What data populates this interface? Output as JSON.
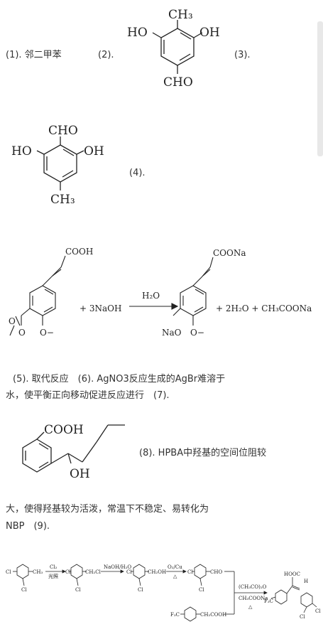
{
  "answers": {
    "a1": "(1). 邻二甲苯",
    "a2": "(2).",
    "a3": "(3).",
    "a4": "(4).",
    "a5_a7": "(5). 取代反应　(6). AgNO3反应生成的AgBr难溶于",
    "a6_cont": "水，使平衡正向移动促进反应进行　(7).",
    "a8": "(8). HPBA中羟基的空间位阻较",
    "a8_cont1": "大，使得羟基较为活泼，常温下不稳定、易转化为",
    "a8_cont2": "NBP　(9)."
  },
  "struct2": {
    "top": "CH₃",
    "left": "HO",
    "right": "OH",
    "bottom": "CHO"
  },
  "struct3": {
    "top": "CHO",
    "left": "HO",
    "right": "OH",
    "bottom": "CH₃"
  },
  "reaction7": {
    "reactant_top": "COOH",
    "reactant_ester_o": "O",
    "reactant_o1": "O",
    "reactant_o2": "O−",
    "reagent": "+ 3NaOH",
    "arrow_label": "H₂O",
    "product_top": "COONa",
    "product_nao": "NaO",
    "product_o": "O−",
    "byproducts": "+ 2H₂O + CH₃COONa"
  },
  "struct8": {
    "acid": "COOH",
    "oh": "OH"
  },
  "synthesis": {
    "s1_left": "Cl",
    "s1_ch3": "CH₃",
    "s1_cl": "Cl",
    "arrow1_top": "Cl₂",
    "arrow1_bottom": "光照",
    "s2": "CH₂Cl",
    "s2_left": "Cl",
    "s2_cl": "Cl",
    "arrow2_top": "NaOH/H₂O",
    "s3": "CH₂OH",
    "s3_left": "Cl",
    "s3_cl": "Cl",
    "arrow3_top": "O₂/Cu",
    "arrow3_bottom": "△",
    "s4": "CHO",
    "s4_left": "Cl",
    "s4_cl": "Cl",
    "reagent_a": "(CH₃CO)₂O",
    "reagent_b": "CH₃COONa",
    "reagent_c": "△",
    "acid_sub": "F₃C",
    "acid_chain": "CH₂COOH",
    "product_hooc": "HOOC",
    "product_h": "H",
    "product_f3c": "F₃C",
    "product_cl1": "Cl",
    "product_cl2": "Cl"
  }
}
